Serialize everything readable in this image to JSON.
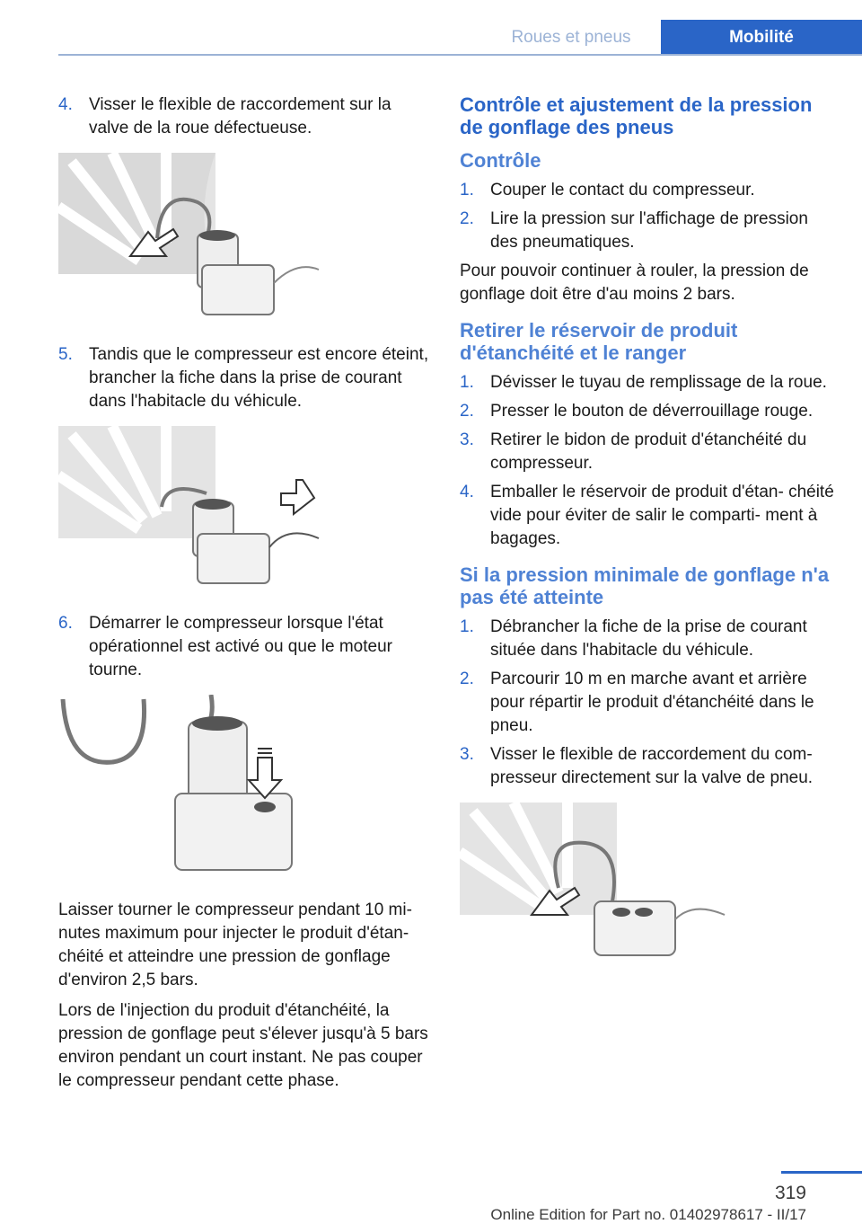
{
  "header": {
    "section": "Roues et pneus",
    "chapter": "Mobilité"
  },
  "left": {
    "step4_num": "4.",
    "step4_text": "Visser le flexible de raccordement sur la valve de la roue défectueuse.",
    "step5_num": "5.",
    "step5_text": "Tandis que le compresseur est encore éteint, brancher la fiche dans la prise de courant dans l'habitacle du véhicule.",
    "step6_num": "6.",
    "step6_text": "Démarrer le compresseur lorsque l'état opérationnel est activé ou que le moteur tourne.",
    "para1": "Laisser tourner le compresseur pendant 10 mi‐ nutes maximum pour injecter le produit d'étan‐ chéité et atteindre une pression de gonflage d'environ 2,5 bars.",
    "para2": "Lors de l'injection du produit d'étanchéité, la pression de gonflage peut s'élever jusqu'à 5 bars environ pendant un court instant. Ne pas couper le compresseur pendant cette phase."
  },
  "right": {
    "main_heading": "Contrôle et ajustement de la pression de gonflage des pneus",
    "sub1": "Contrôle",
    "s1_1_num": "1.",
    "s1_1": "Couper le contact du compresseur.",
    "s1_2_num": "2.",
    "s1_2": "Lire la pression sur l'affichage de pression des pneumatiques.",
    "s1_para": "Pour pouvoir continuer à rouler, la pression de gonflage doit être d'au moins 2 bars.",
    "sub2": "Retirer le réservoir de produit d'étanchéité et le ranger",
    "s2_1_num": "1.",
    "s2_1": "Dévisser le tuyau de remplissage de la roue.",
    "s2_2_num": "2.",
    "s2_2": "Presser le bouton de déverrouillage rouge.",
    "s2_3_num": "3.",
    "s2_3": "Retirer le bidon de produit d'étanchéité du compresseur.",
    "s2_4_num": "4.",
    "s2_4": "Emballer le réservoir de produit d'étan‐ chéité vide pour éviter de salir le comparti‐ ment à bagages.",
    "sub3": "Si la pression minimale de gonflage n'a pas été atteinte",
    "s3_1_num": "1.",
    "s3_1": "Débrancher la fiche de la prise de courant située dans l'habitacle du véhicule.",
    "s3_2_num": "2.",
    "s3_2": "Parcourir 10 m en marche avant et arrière pour répartir le produit d'étanchéité dans le pneu.",
    "s3_3_num": "3.",
    "s3_3": "Visser le flexible de raccordement du com‐ presseur directement sur la valve de pneu."
  },
  "footer": {
    "page": "319",
    "edition": "Online Edition for Part no. 01402978617 - II/17"
  },
  "colors": {
    "accent": "#2a65c7",
    "heading_light": "#4f82d4",
    "header_light": "#9cb3d6"
  }
}
